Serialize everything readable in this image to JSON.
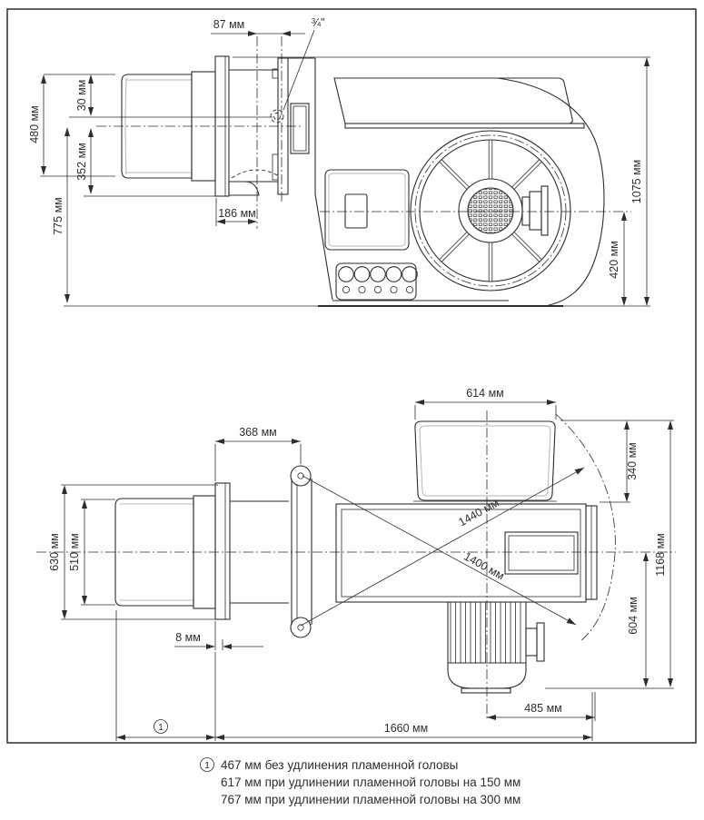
{
  "colors": {
    "ink": "#2d2d2d",
    "shade": "#b5b5b5",
    "background": "#ffffff"
  },
  "top_view": {
    "dims": {
      "w87": "87 мм",
      "thread": "¾\"",
      "h30": "30 мм",
      "h480": "480 мм",
      "h352": "352 мм",
      "h775": "775 мм",
      "w186": "186 мм",
      "h1075": "1075 мм",
      "h420": "420 мм"
    }
  },
  "bottom_view": {
    "dims": {
      "w614": "614 мм",
      "w368": "368 мм",
      "h630": "630 мм",
      "h510": "510 мм",
      "w8": "8 мм",
      "diag1440": "1440 мм",
      "diag1400": "1400 мм",
      "h340": "340 мм",
      "h1168": "1168 мм",
      "h604": "604 мм",
      "w485": "485 мм",
      "w1660": "1660 мм",
      "ref": "1"
    }
  },
  "footnotes": {
    "ref": "1",
    "lines": [
      "467 мм без удлинения пламенной головы",
      "617 мм при удлинении пламенной головы на 150 мм",
      "767 мм при удлинении пламенной головы на 300 мм"
    ]
  }
}
